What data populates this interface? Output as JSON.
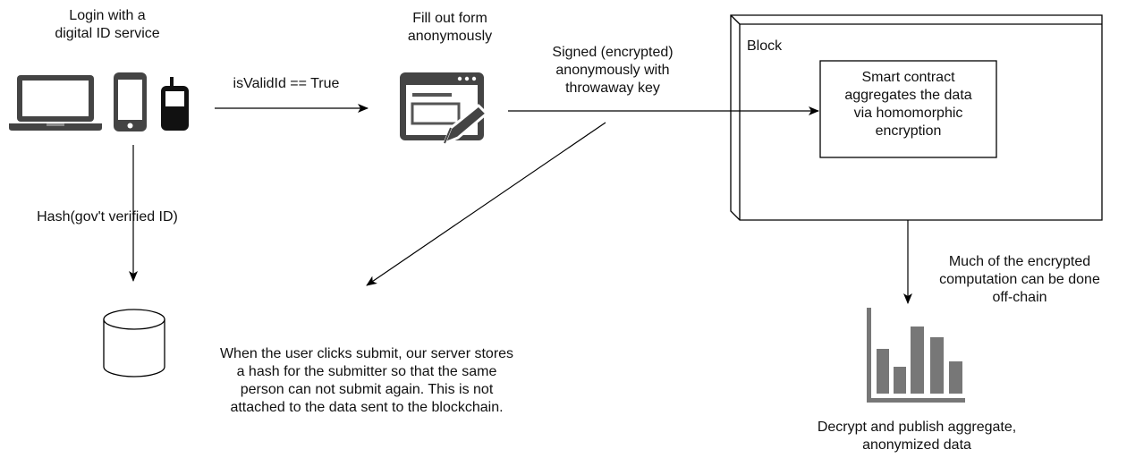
{
  "login": {
    "line1": "Login with a",
    "line2": "digital ID service"
  },
  "edges": {
    "valid_check": "isValidId == True",
    "hash": "Hash(gov't verified ID)",
    "signed_line1": "Signed (encrypted)",
    "signed_line2": "anonymously with",
    "signed_line3": "throwaway key",
    "offchain_line1": "Much of the encrypted",
    "offchain_line2": "computation can be done",
    "offchain_line3": "off-chain"
  },
  "form": {
    "line1": "Fill out form",
    "line2": "anonymously"
  },
  "block": {
    "title": "Block",
    "contract_line1": "Smart contract",
    "contract_line2": "aggregates the data",
    "contract_line3": "via homomorphic",
    "contract_line4": "encryption"
  },
  "server_note": {
    "line1": "When the user clicks submit, our server stores",
    "line2": "a hash for the submitter so that the same",
    "line3": "person can not submit again. This is not",
    "line4": "attached to the data sent to the blockchain."
  },
  "publish": {
    "line1": "Decrypt and publish aggregate,",
    "line2": "anonymized data"
  },
  "icons": [
    "laptop-icon",
    "smartphone-icon",
    "mobile-phone-icon",
    "form-edit-icon",
    "database-icon",
    "bar-chart-icon"
  ],
  "colors": {
    "stroke": "#000000",
    "icon_gray": "#444444",
    "chart_gray": "#777777"
  }
}
